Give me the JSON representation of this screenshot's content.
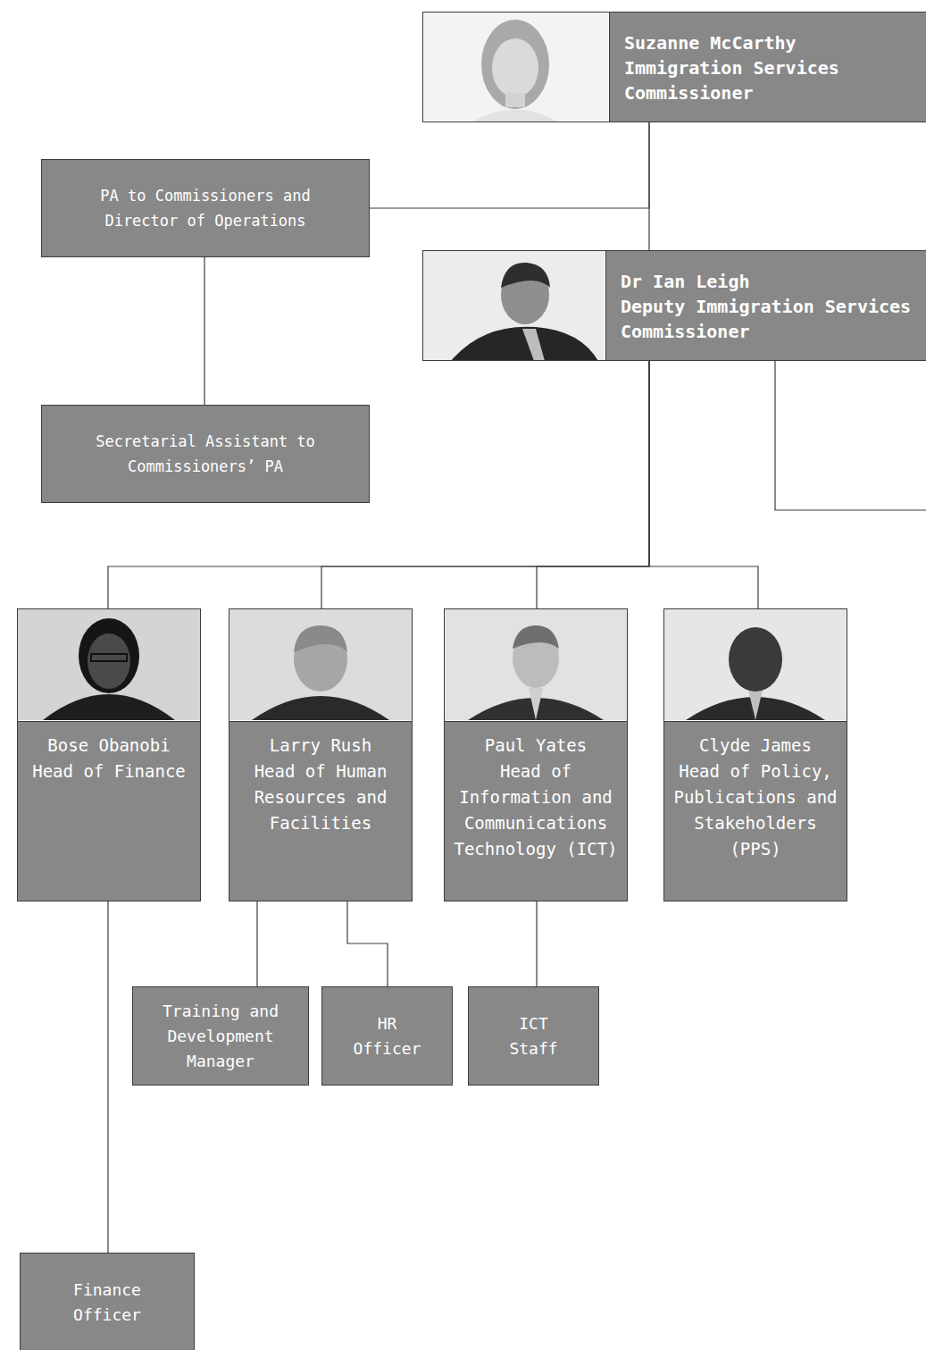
{
  "diagram": {
    "nodes": [
      {
        "text": [
          "Suzanne McCarthy",
          "Immigration Services Commissioner"
        ]
      },
      {
        "text": [
          "PA to Commissioners and Director of Operations"
        ]
      },
      {
        "text": [
          "Dr Ian Leigh",
          "Deputy Immigration Services Commissioner"
        ]
      },
      {
        "text": [
          "Secretarial Assistant to Commissioners’ PA"
        ]
      },
      {
        "text": [
          "Bose Obanobi",
          "Head of Finance"
        ]
      },
      {
        "text": [
          "Larry Rush",
          "Head of Human Resources and Facilities"
        ]
      },
      {
        "text": [
          "Paul Yates",
          "Head of Information and Communications Technology (ICT)"
        ]
      },
      {
        "text": [
          "Clyde James",
          "Head of Policy, Publications and Stakeholders (PPS)"
        ]
      },
      {
        "text": [
          "Training and Development Manager"
        ]
      },
      {
        "text": [
          "HR Officer"
        ]
      },
      {
        "text": [
          "ICT Staff"
        ]
      },
      {
        "text": [
          "Finance Officer"
        ]
      }
    ],
    "edges": [
      {
        "from": 0,
        "to": 1,
        "arrow": "none"
      },
      {
        "from": 0,
        "to": 2,
        "arrow": "none"
      },
      {
        "from": 1,
        "to": 3,
        "arrow": "none"
      },
      {
        "from": 2,
        "to": 4,
        "arrow": "none"
      },
      {
        "from": 2,
        "to": 5,
        "arrow": "none"
      },
      {
        "from": 2,
        "to": 6,
        "arrow": "none"
      },
      {
        "from": 2,
        "to": 7,
        "arrow": "none"
      },
      {
        "from": 4,
        "to": 11,
        "arrow": "none"
      },
      {
        "from": 5,
        "to": 8,
        "arrow": "none"
      },
      {
        "from": 5,
        "to": 9,
        "arrow": "none"
      },
      {
        "from": 6,
        "to": 10,
        "arrow": "none"
      }
    ]
  }
}
